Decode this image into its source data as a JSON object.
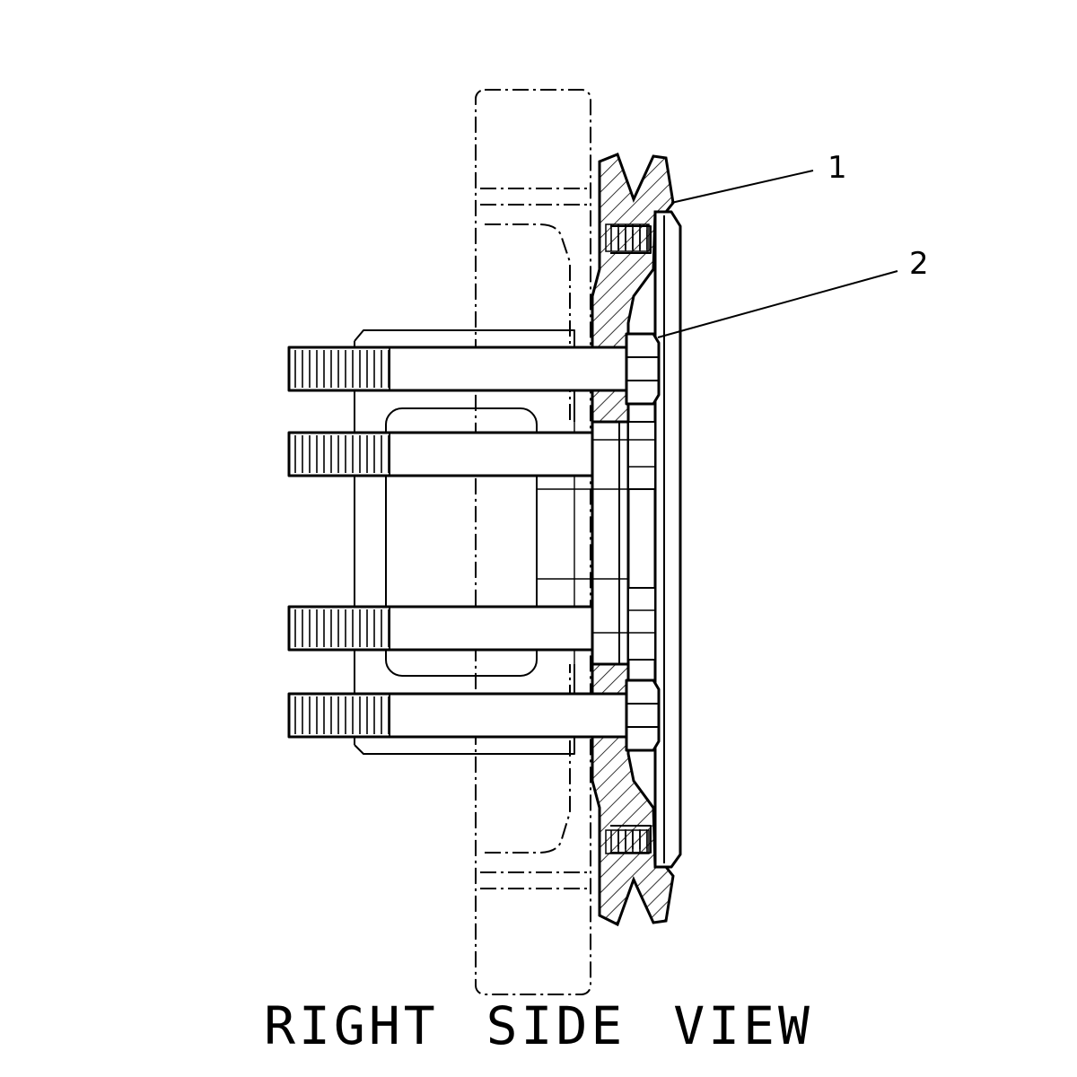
{
  "figure": {
    "view_title": "RIGHT SIDE VIEW",
    "callouts": [
      {
        "number": "1"
      },
      {
        "number": "2"
      }
    ]
  }
}
